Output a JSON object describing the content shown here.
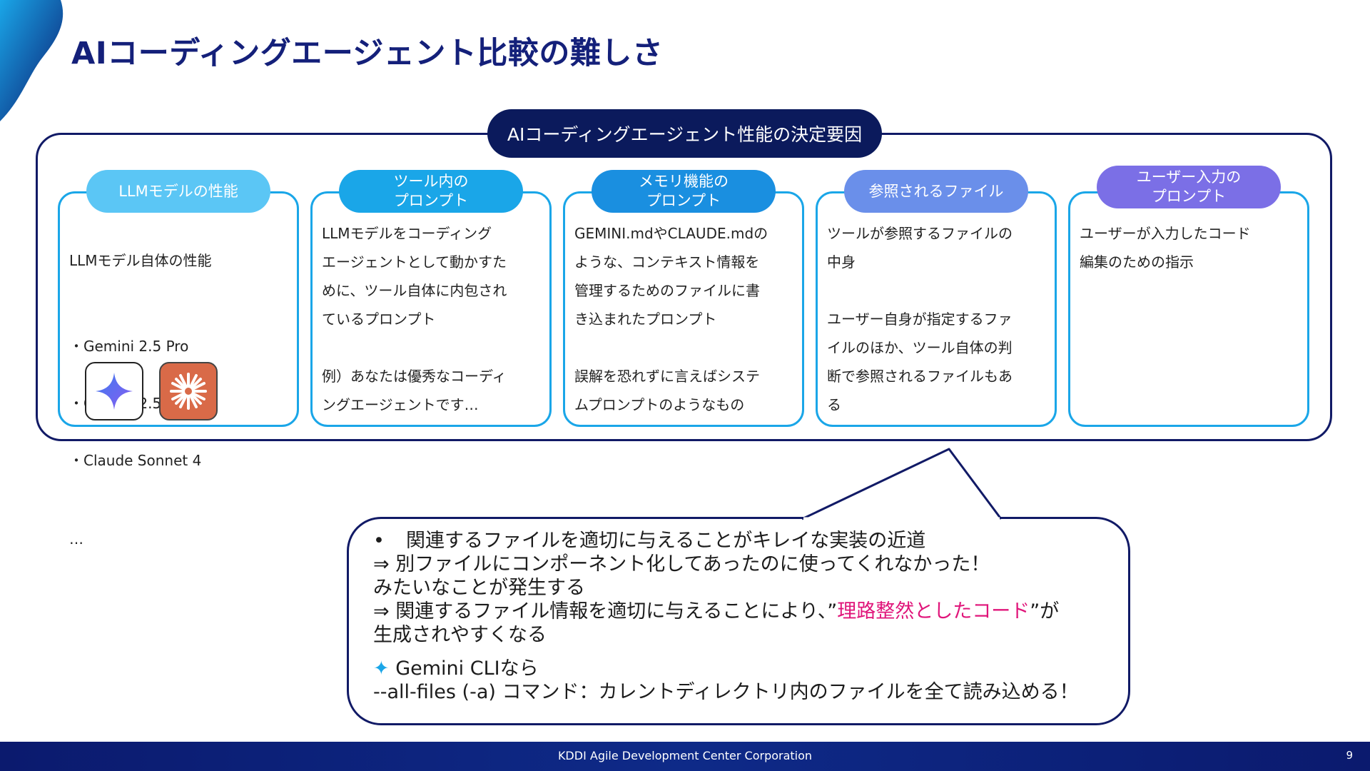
{
  "slide": {
    "title": "AIコーディングエージェント比較の難しさ",
    "frame_header": "AIコーディングエージェント性能の決定要因",
    "cards": [
      {
        "pill": "LLMモデルの性能",
        "pill_color": "#5bc6f5",
        "body_heading": "LLMモデル自体の性能",
        "bullets": [
          "・Gemini 2.5 Pro",
          "・Gemini 2.5 Flash",
          "・Claude Sonnet 4"
        ],
        "ellipsis": "…",
        "logos": [
          "gemini-logo-icon",
          "claude-logo-icon"
        ]
      },
      {
        "pill": "ツール内の\nプロンプト",
        "pill_color": "#1aa6e8",
        "body": "LLMモデルをコーディング\nエージェントとして動かすた\nめに、ツール自体に内包され\nているプロンプト\n\n例）あなたは優秀なコーディ\nングエージェントです…"
      },
      {
        "pill": "メモリ機能の\nプロンプト",
        "pill_color": "#1a8fe0",
        "body": "GEMINI.mdやCLAUDE.mdの\nような、コンテキスト情報を\n管理するためのファイルに書\nき込まれたプロンプト\n\n誤解を恐れずに言えばシステ\nムプロンプトのようなもの"
      },
      {
        "pill": "参照されるファイル",
        "pill_color": "#6a8fea",
        "body": "ツールが参照するファイルの\n中身\n\nユーザー自身が指定するファ\nイルのほか、ツール自体の判\n断で参照されるファイルもあ\nる"
      },
      {
        "pill": "ユーザー入力の\nプロンプト",
        "pill_color": "#7b6fe6",
        "body": "ユーザーが入力したコード\n編集のための指示"
      }
    ],
    "callout": {
      "bullet": "•",
      "line1": "関連するファイルを適切に与えることがキレイな実装の近道",
      "line2": "⇒ 別ファイルにコンポーネント化してあったのに使ってくれなかった！",
      "line3": "みたいなことが発生する",
      "line4_prefix": "⇒ 関連するファイル情報を適切に与えることにより、”",
      "line4_highlight": "理路整然としたコード",
      "line4_suffix": "”が",
      "line5": "生成されやすくなる",
      "gemini_line": "Gemini CLIなら",
      "command_line": "--all-files (-a) コマンド：カレントディレクトリ内のファイルを全て読み込める！",
      "highlight_color": "#e0157a"
    },
    "footer": {
      "company": "KDDI Agile Development Center Corporation",
      "page_number": "9"
    }
  }
}
